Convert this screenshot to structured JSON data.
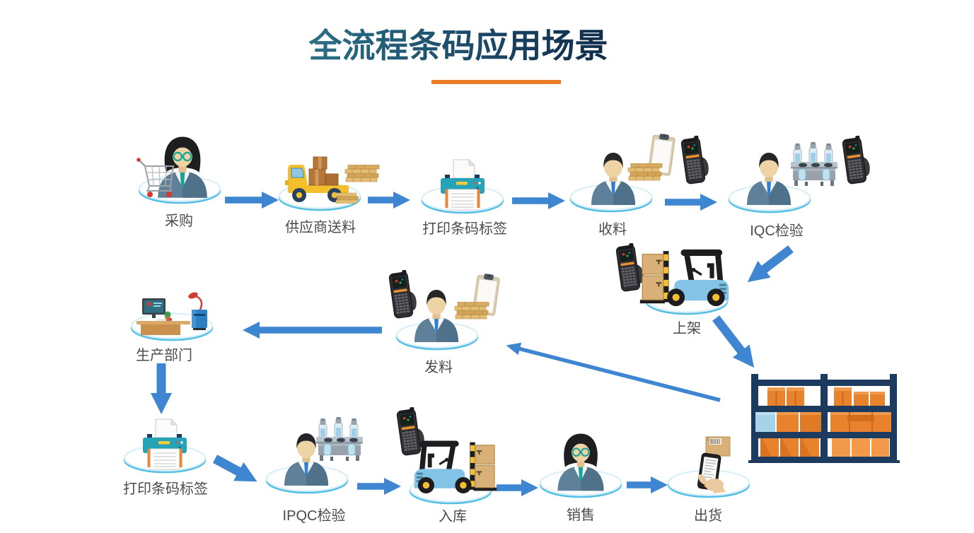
{
  "title": "全流程条码应用场景",
  "accent_underline_color": "#ee7d2a",
  "arrow_color": "#3e86d1",
  "label_color": "#4b4b4b",
  "nodes": [
    {
      "id": "purchase",
      "label": "采购",
      "icon": "buyer-with-shopping-cart"
    },
    {
      "id": "supplier-delivery",
      "label": "供应商送料",
      "icon": "delivery-truck-with-material"
    },
    {
      "id": "print-barcode-label-top",
      "label": "打印条码标签",
      "icon": "barcode-printer"
    },
    {
      "id": "receive-material",
      "label": "收料",
      "icon": "worker-with-material-clipboard-scanner"
    },
    {
      "id": "iqc-inspection",
      "label": "IQC检验",
      "icon": "worker-with-test-rack-scanner"
    },
    {
      "id": "shelving",
      "label": "上架",
      "icon": "forklift-with-boxes-scanner"
    },
    {
      "id": "storage-rack",
      "label": "",
      "icon": "warehouse-rack-with-boxes"
    },
    {
      "id": "issue-material",
      "label": "发料",
      "icon": "worker-with-scanner-material-clipboard"
    },
    {
      "id": "production-department",
      "label": "生产部门",
      "icon": "office-desk-workstation"
    },
    {
      "id": "print-barcode-label-bottom",
      "label": "打印条码标签",
      "icon": "barcode-printer"
    },
    {
      "id": "ipqc-inspection",
      "label": "IPQC检验",
      "icon": "worker-with-test-rack"
    },
    {
      "id": "warehouse-inbound",
      "label": "入库",
      "icon": "forklift-with-boxes-scanner"
    },
    {
      "id": "sales",
      "label": "销售",
      "icon": "saleswoman"
    },
    {
      "id": "shipping",
      "label": "出货",
      "icon": "hand-scanner-with-box"
    }
  ],
  "flow": [
    {
      "from": "purchase",
      "to": "supplier-delivery"
    },
    {
      "from": "supplier-delivery",
      "to": "print-barcode-label-top"
    },
    {
      "from": "print-barcode-label-top",
      "to": "receive-material"
    },
    {
      "from": "receive-material",
      "to": "iqc-inspection"
    },
    {
      "from": "iqc-inspection",
      "to": "shelving"
    },
    {
      "from": "shelving",
      "to": "storage-rack"
    },
    {
      "from": "storage-rack",
      "to": "issue-material"
    },
    {
      "from": "issue-material",
      "to": "production-department"
    },
    {
      "from": "production-department",
      "to": "print-barcode-label-bottom"
    },
    {
      "from": "print-barcode-label-bottom",
      "to": "ipqc-inspection"
    },
    {
      "from": "ipqc-inspection",
      "to": "warehouse-inbound"
    },
    {
      "from": "warehouse-inbound",
      "to": "sales"
    },
    {
      "from": "sales",
      "to": "shipping"
    }
  ]
}
